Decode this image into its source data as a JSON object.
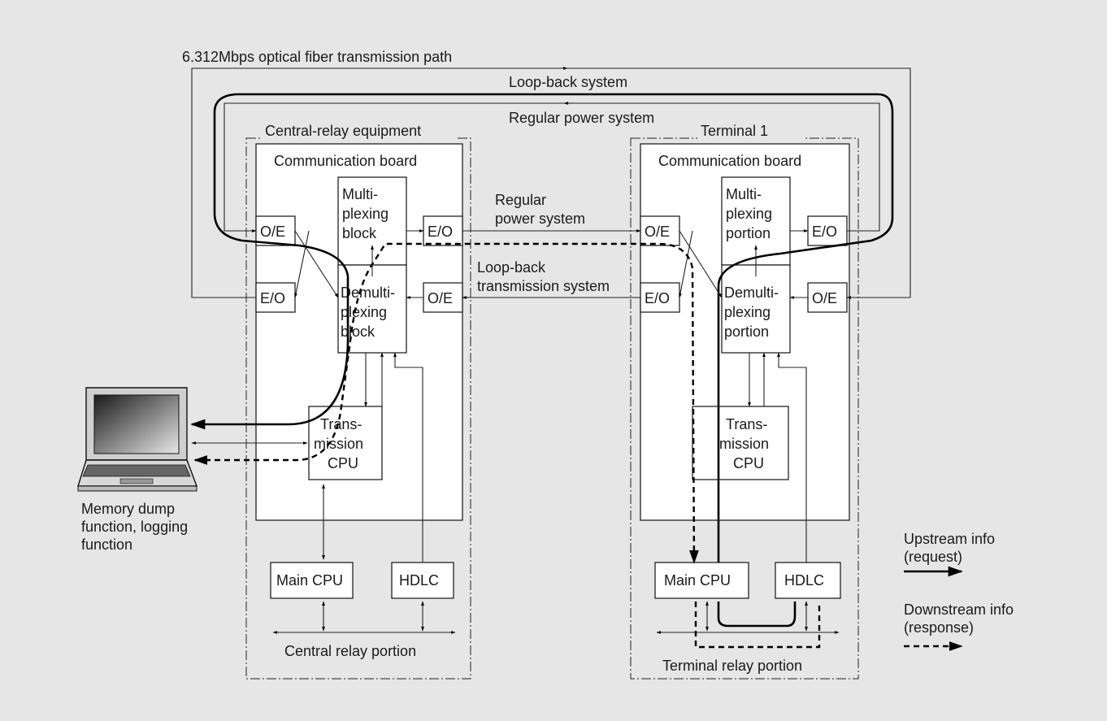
{
  "labels": {
    "optical_path": "6.312Mbps optical fiber transmission path",
    "loop_back_system": "Loop-back system",
    "regular_power_system_top": "Regular power system",
    "central_equipment": "Central-relay equipment",
    "terminal_equipment": "Terminal 1",
    "regular_line1": "Regular",
    "regular_line2": "power system",
    "loopback_line1": "Loop-back",
    "loopback_line2": "transmission system",
    "laptop_line1": "Memory dump",
    "laptop_line2": "function, logging",
    "laptop_line3": "function",
    "central_relay_portion": "Central relay portion",
    "terminal_relay_portion": "Terminal relay portion"
  },
  "central": {
    "comm_board": "Communication board",
    "oe": "O/E",
    "eo_left": "E/O",
    "eo_right": "E/O",
    "oe_right": "O/E",
    "mux": [
      "Multi-",
      "plexing",
      "block"
    ],
    "demux": [
      "Demulti-",
      "plexing",
      "block"
    ],
    "cpu": [
      "Trans-",
      "mission",
      "CPU"
    ],
    "main_cpu": "Main CPU",
    "hdlc": "HDLC"
  },
  "terminal": {
    "comm_board": "Communication board",
    "oe": "O/E",
    "eo_left": "E/O",
    "eo_right": "E/O",
    "oe_right": "O/E",
    "mux": [
      "Multi-",
      "plexing",
      "portion"
    ],
    "demux": [
      "Demulti-",
      "plexing",
      "portion"
    ],
    "cpu": [
      "Trans-",
      "mission",
      "CPU"
    ],
    "main_cpu": "Main CPU",
    "hdlc": "HDLC"
  },
  "legend": {
    "up_line1": "Upstream info",
    "up_line2": "(request)",
    "down_line1": "Downstream info",
    "down_line2": "(response)"
  }
}
